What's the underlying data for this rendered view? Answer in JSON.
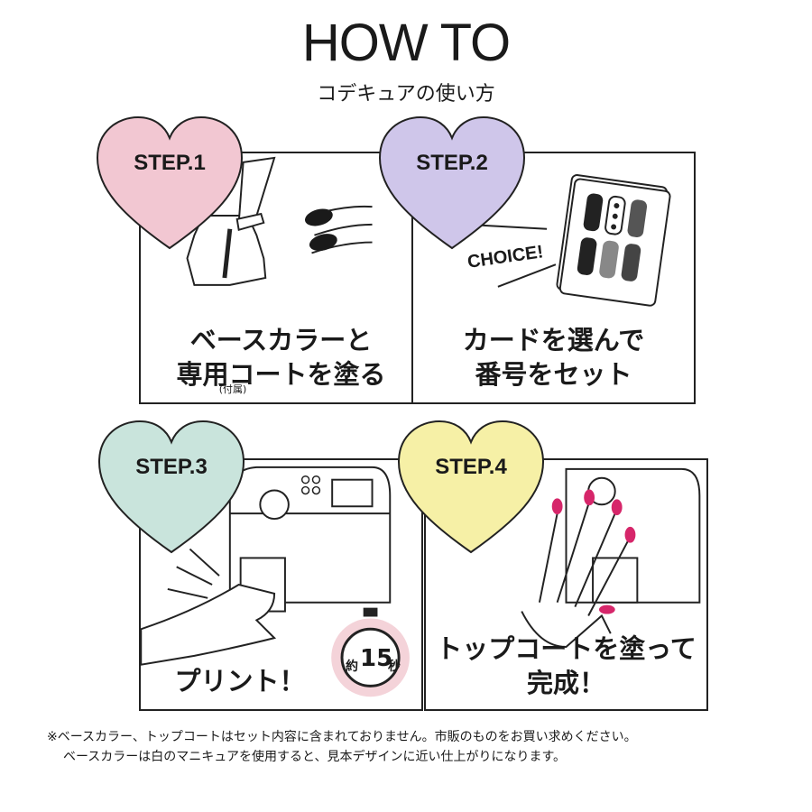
{
  "header": {
    "title": "HOW TO",
    "subtitle": "コデキュアの使い方"
  },
  "steps": [
    {
      "label": "STEP.1",
      "color": "#f2c7d2",
      "caption_line1": "ベースカラーと",
      "caption_line2": "専用コートを塗る",
      "caption_note": "(付属)"
    },
    {
      "label": "STEP.2",
      "color": "#cfc6ea",
      "caption_line1": "カードを選んで",
      "caption_line2": "番号をセット",
      "illustration_text": "CHOICE!"
    },
    {
      "label": "STEP.3",
      "color": "#c9e4dc",
      "caption_line1": "プリント！",
      "timer_prefix": "約",
      "timer_value": "15",
      "timer_unit": "秒"
    },
    {
      "label": "STEP.4",
      "color": "#f6f0a6",
      "caption_line1": "トップコートを塗って",
      "caption_line2": "完成！"
    }
  ],
  "footnote": {
    "line1": "※ベースカラー、トップコートはセット内容に含まれておりません。市販のものをお買い求めください。",
    "line2": "ベースカラーは白のマニキュアを使用すると、見本デザインに近い仕上がりになります。"
  },
  "colors": {
    "nail_pink": "#d6266a",
    "timer_ring": "#f4d3d9"
  }
}
